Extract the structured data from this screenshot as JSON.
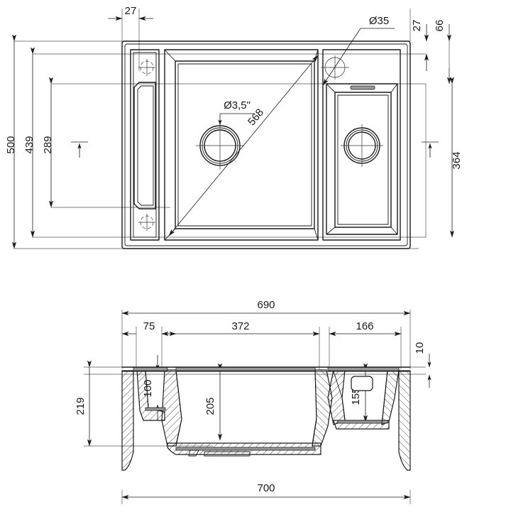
{
  "drawing": {
    "title": "Kitchen sink technical drawing",
    "units": "mm",
    "line_color": "#1a1a1a",
    "rim_color": "#9a9a9a",
    "background": "#ffffff"
  },
  "top_view": {
    "name": "top-view",
    "dimensions": {
      "overall_width_note": "27",
      "left_offset": "27",
      "overall_height": "500",
      "bowl_span": "439",
      "ledge_span": "289",
      "right_bowl_span": "364",
      "top_right_small": "27",
      "top_right_large": "66",
      "drain_diameter": "Ø3,5\"",
      "tap_hole_diameter": "Ø35",
      "diagonal": "568"
    }
  },
  "section_view": {
    "name": "section-view",
    "dimensions": {
      "top_overall": "690",
      "seg_left": "75",
      "seg_main": "372",
      "seg_right": "166",
      "rim_thickness": "10",
      "total_depth": "219",
      "left_shelf_depth": "100",
      "main_bowl_depth": "205",
      "right_bowl_depth": "155",
      "bottom_overall": "700"
    }
  }
}
